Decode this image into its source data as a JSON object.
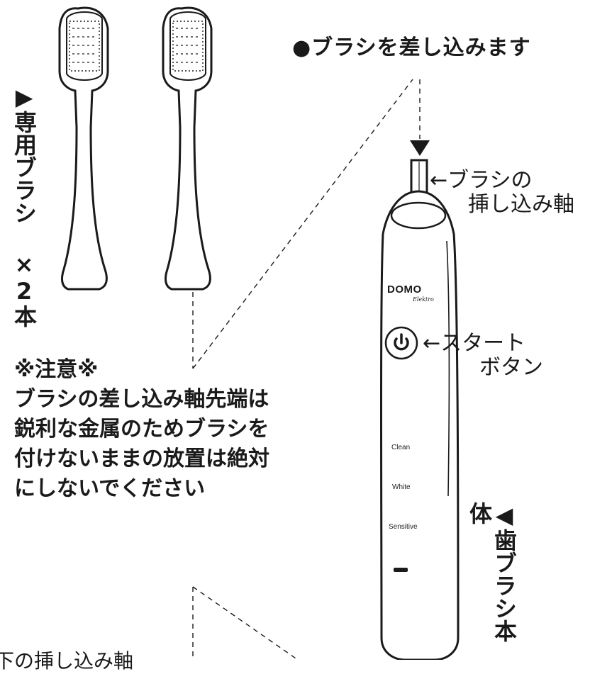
{
  "heading": "●ブラシを差し込みます",
  "brush_label": "▶専用ブラシ ×2本",
  "body_label": "◀歯ブラシ本体",
  "shaft_callout": {
    "line1": "←ブラシの",
    "line2": "挿し込み軸"
  },
  "start_callout": {
    "line1": "←スタート",
    "line2": "ボタン"
  },
  "notice": {
    "title": "※注意※",
    "lines": [
      "ブラシの差し込み軸先端は",
      "鋭利な金属のためブラシを",
      "付けないままの放置は絶対",
      "にしないでください"
    ]
  },
  "device": {
    "brand": "DOMO",
    "brand_sub": "Elektro",
    "modes": [
      "Clean",
      "White",
      "Sensitive"
    ]
  },
  "bottom_fragment": "下の挿し込み軸"
}
